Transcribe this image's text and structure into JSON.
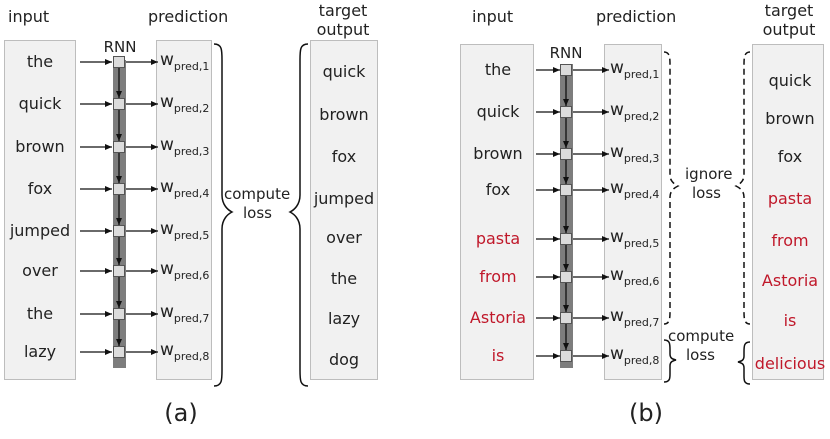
{
  "panel_a": {
    "caption": "(a)",
    "headers": {
      "input": "input",
      "prediction": "prediction",
      "target": [
        "target",
        "output"
      ],
      "rnn": "RNN"
    },
    "inputs": [
      {
        "text": "the",
        "red": false
      },
      {
        "text": "quick",
        "red": false
      },
      {
        "text": "brown",
        "red": false
      },
      {
        "text": "fox",
        "red": false
      },
      {
        "text": "jumped",
        "red": false
      },
      {
        "text": "over",
        "red": false
      },
      {
        "text": "the",
        "red": false
      },
      {
        "text": "lazy",
        "red": false
      }
    ],
    "predictions": [
      {
        "w": "w",
        "sub": "pred,1"
      },
      {
        "w": "w",
        "sub": "pred,2"
      },
      {
        "w": "w",
        "sub": "pred,3"
      },
      {
        "w": "w",
        "sub": "pred,4"
      },
      {
        "w": "w",
        "sub": "pred,5"
      },
      {
        "w": "w",
        "sub": "pred,6"
      },
      {
        "w": "w",
        "sub": "pred,7"
      },
      {
        "w": "w",
        "sub": "pred,8"
      }
    ],
    "targets": [
      {
        "text": "quick",
        "red": false
      },
      {
        "text": "brown",
        "red": false
      },
      {
        "text": "fox",
        "red": false
      },
      {
        "text": "jumped",
        "red": false
      },
      {
        "text": "over",
        "red": false
      },
      {
        "text": "the",
        "red": false
      },
      {
        "text": "lazy",
        "red": false
      },
      {
        "text": "dog",
        "red": false
      }
    ],
    "compute_loss": [
      "compute",
      "loss"
    ]
  },
  "panel_b": {
    "caption": "(b)",
    "headers": {
      "input": "input",
      "prediction": "prediction",
      "target": [
        "target",
        "output"
      ],
      "rnn": "RNN"
    },
    "inputs": [
      {
        "text": "the",
        "red": false
      },
      {
        "text": "quick",
        "red": false
      },
      {
        "text": "brown",
        "red": false
      },
      {
        "text": "fox",
        "red": false
      },
      {
        "text": "pasta",
        "red": true
      },
      {
        "text": "from",
        "red": true
      },
      {
        "text": "Astoria",
        "red": true
      },
      {
        "text": "is",
        "red": true
      }
    ],
    "predictions": [
      {
        "w": "w",
        "sub": "pred,1"
      },
      {
        "w": "w",
        "sub": "pred,2"
      },
      {
        "w": "w",
        "sub": "pred,3"
      },
      {
        "w": "w",
        "sub": "pred,4"
      },
      {
        "w": "w",
        "sub": "pred,5"
      },
      {
        "w": "w",
        "sub": "pred,6"
      },
      {
        "w": "w",
        "sub": "pred,7"
      },
      {
        "w": "w",
        "sub": "pred,8"
      }
    ],
    "targets": [
      {
        "text": "quick",
        "red": false
      },
      {
        "text": "brown",
        "red": false
      },
      {
        "text": "fox",
        "red": false
      },
      {
        "text": "pasta",
        "red": true
      },
      {
        "text": "from",
        "red": true
      },
      {
        "text": "Astoria",
        "red": true
      },
      {
        "text": "is",
        "red": true
      },
      {
        "text": "delicious",
        "red": true
      }
    ],
    "ignore_loss": [
      "ignore",
      "loss"
    ],
    "compute_loss": [
      "compute",
      "loss"
    ]
  },
  "colors": {
    "red_text": "#c0182a",
    "box_fill": "#f1f1f1",
    "rnn_column": "#7d7d7d"
  }
}
